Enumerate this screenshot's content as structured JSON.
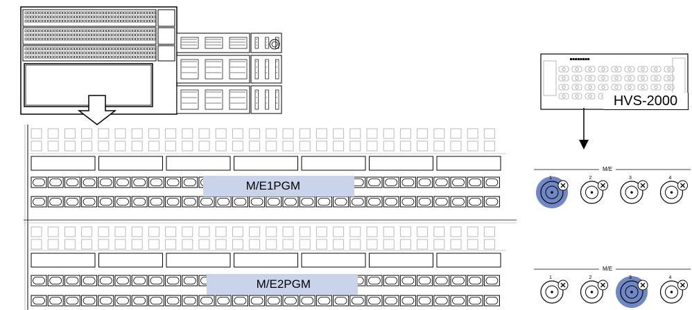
{
  "device": {
    "label": "HVS-2000"
  },
  "panel_rows": [
    {
      "highlight_label": "M/E1PGM"
    },
    {
      "highlight_label": "M/E2PGM"
    }
  ],
  "connector_groups": [
    {
      "group_label": "M/E",
      "ports": [
        "1",
        "2",
        "3",
        "4"
      ],
      "highlighted_port": "1"
    },
    {
      "group_label": "M/E",
      "ports": [
        "1",
        "2",
        "3",
        "4"
      ],
      "highlighted_port": "3"
    }
  ],
  "colors": {
    "highlight_fill": "#c9d3ea",
    "connector_highlight": "#6f87c4",
    "line": "#000000",
    "faint": "#b9b9b9"
  }
}
